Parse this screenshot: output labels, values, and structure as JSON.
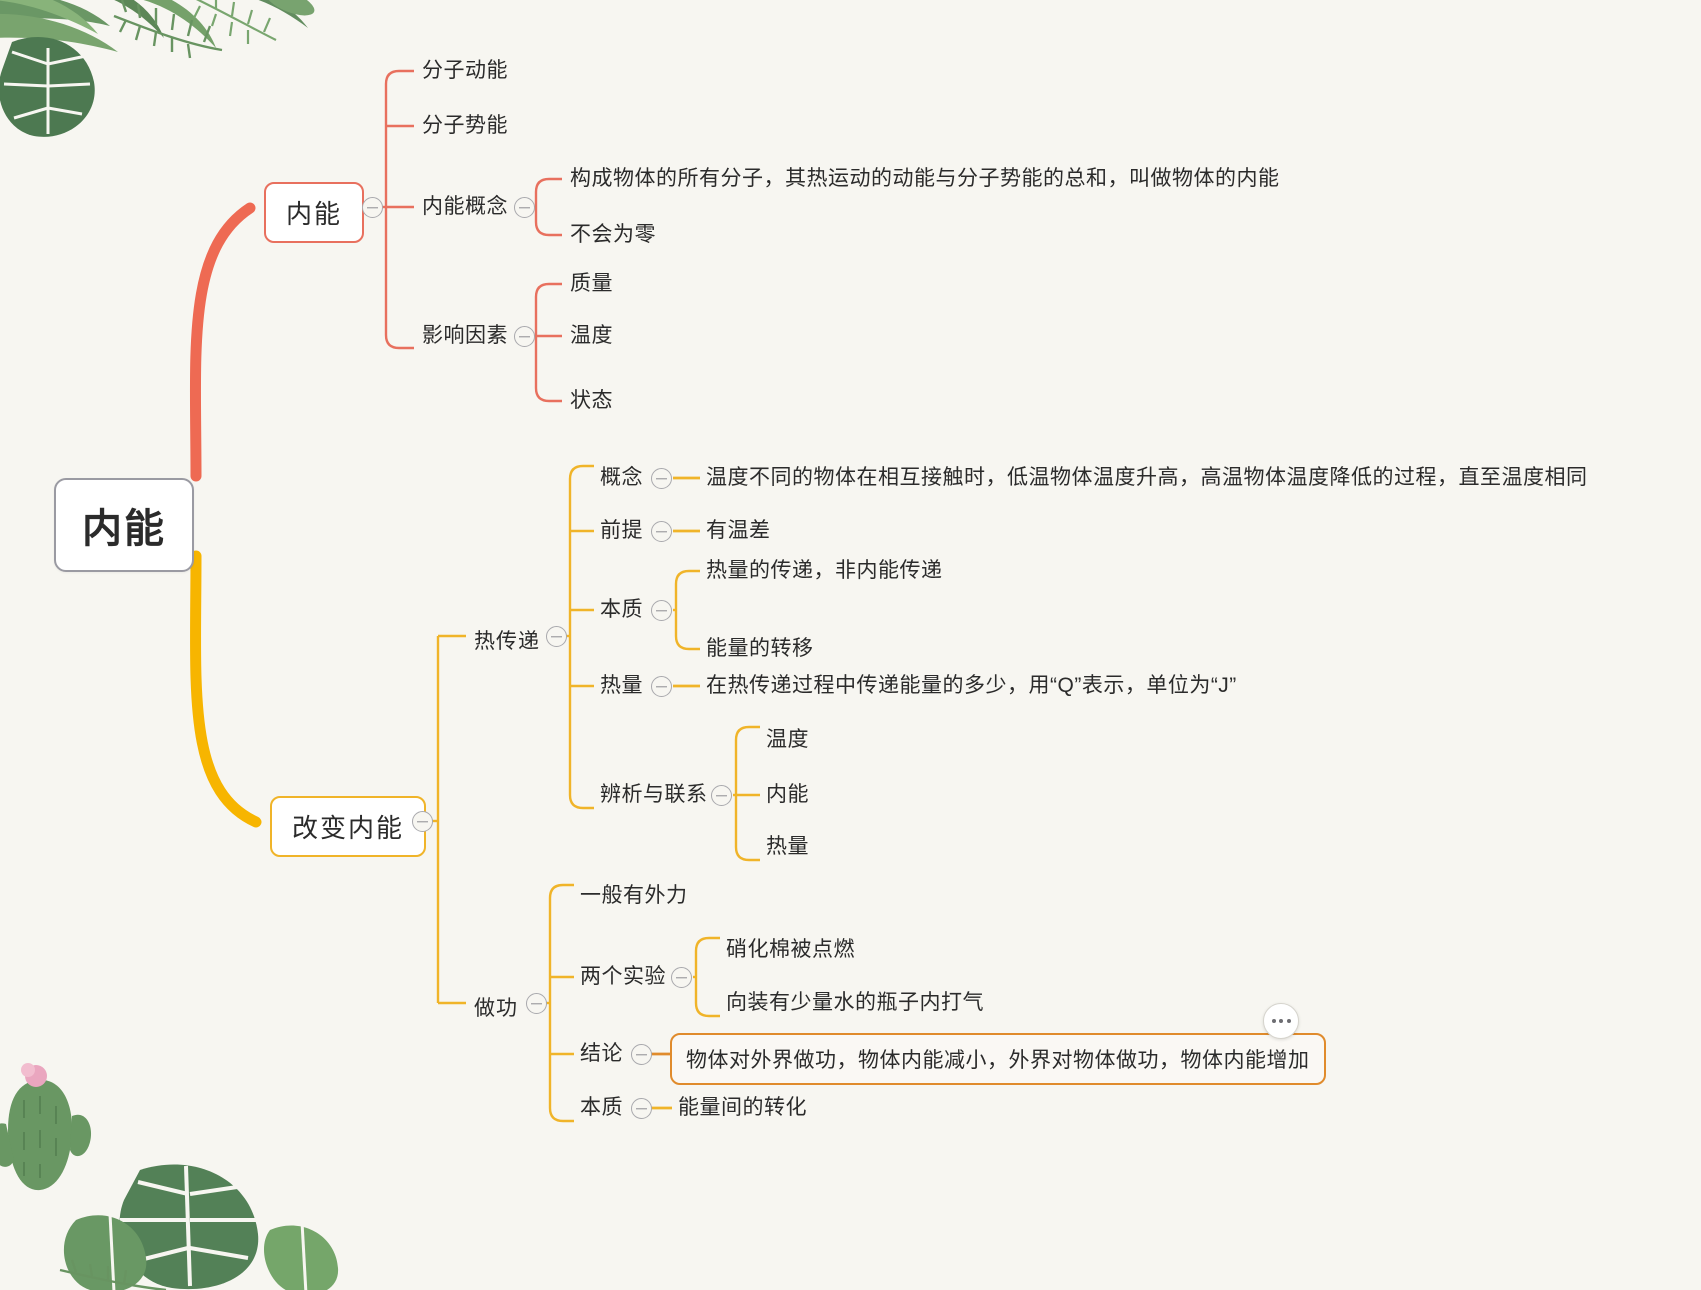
{
  "document": {
    "title": "内能",
    "background_color": "#f7f6f1",
    "accent_red": "#e8705e",
    "accent_yellow": "#f0b429",
    "selected_border": "#e08b2c"
  },
  "root": {
    "label": "内能"
  },
  "more_menu": {
    "label": "···",
    "icon": "more-horizontal-icon"
  },
  "toggles": {
    "collapse_icon": "minus-circle-icon"
  },
  "branch_nei_neng": {
    "label": "内能",
    "children": [
      {
        "label": "分子动能"
      },
      {
        "label": "分子势能"
      },
      {
        "label": "内能概念",
        "children": [
          {
            "label": "构成物体的所有分子，其热运动的动能与分子势能的总和，叫做物体的内能"
          },
          {
            "label": "不会为零"
          }
        ]
      },
      {
        "label": "影响因素",
        "children": [
          {
            "label": "质量"
          },
          {
            "label": "温度"
          },
          {
            "label": "状态"
          }
        ]
      }
    ]
  },
  "branch_gaibian": {
    "label": "改变内能",
    "children": [
      {
        "label": "热传递",
        "children": [
          {
            "label": "概念",
            "children": [
              {
                "label": "温度不同的物体在相互接触时，低温物体温度升高，高温物体温度降低的过程，直至温度相同"
              }
            ]
          },
          {
            "label": "前提",
            "children": [
              {
                "label": "有温差"
              }
            ]
          },
          {
            "label": "本质",
            "children": [
              {
                "label": "热量的传递，非内能传递"
              },
              {
                "label": "能量的转移"
              }
            ]
          },
          {
            "label": "热量",
            "children": [
              {
                "label": "在热传递过程中传递能量的多少，用“Q”表示，单位为“J”"
              }
            ]
          },
          {
            "label": "辨析与联系",
            "children": [
              {
                "label": "温度"
              },
              {
                "label": "内能"
              },
              {
                "label": "热量"
              }
            ]
          }
        ]
      },
      {
        "label": "做功",
        "children": [
          {
            "label": "一般有外力"
          },
          {
            "label": "两个实验",
            "children": [
              {
                "label": "硝化棉被点燃"
              },
              {
                "label": "向装有少量水的瓶子内打气"
              }
            ]
          },
          {
            "label": "结论",
            "selected": true,
            "children": [
              {
                "label": "物体对外界做功，物体内能减小，外界对物体做功，物体内能增加"
              }
            ]
          },
          {
            "label": "本质",
            "children": [
              {
                "label": "能量间的转化"
              }
            ]
          }
        ]
      }
    ]
  }
}
